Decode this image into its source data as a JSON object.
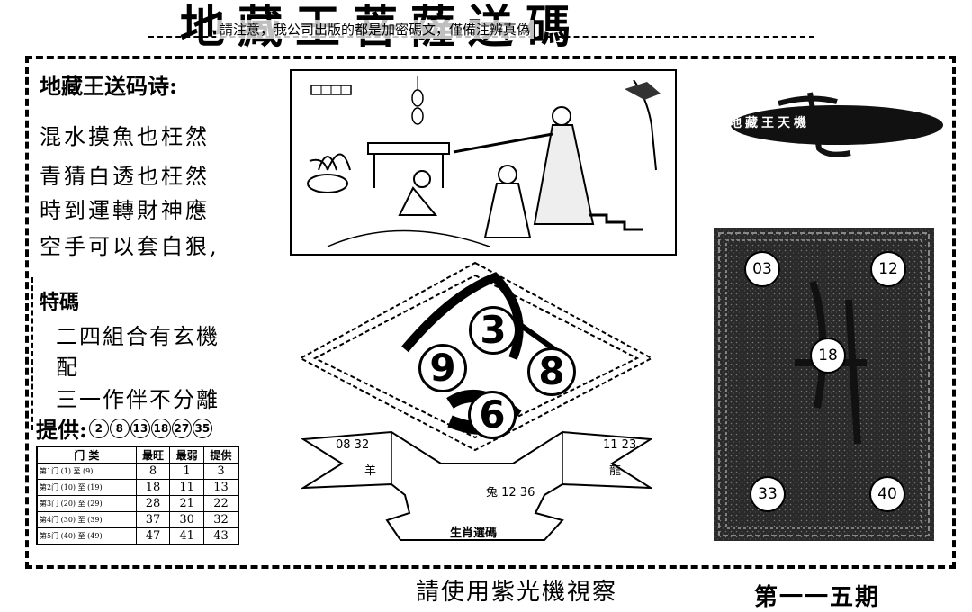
{
  "header": {
    "title": "地藏王菩薩送碼",
    "subtitle": "請注意，我公司出版的都是加密碼文，僅備注辨真偽"
  },
  "poem": {
    "title": "地藏王送码诗:",
    "lines": [
      "混水摸魚也枉然",
      "青猜白透也枉然",
      "時到運轉財神應",
      "空手可以套白狠,"
    ]
  },
  "tema": {
    "label": "特碼",
    "lines": [
      "二四組合有玄機",
      "配",
      "三一作伴不分離"
    ]
  },
  "provide": {
    "label": "提供:",
    "numbers": [
      "2",
      "8",
      "13",
      "18",
      "27",
      "35"
    ]
  },
  "table": {
    "headers": [
      "门 类",
      "最旺",
      "最弱",
      "提供"
    ],
    "rows": [
      {
        "cat": "第1门 (1) 至 (9)",
        "hot": "8",
        "weak": "1",
        "give": "3"
      },
      {
        "cat": "第2门 (10) 至 (19)",
        "hot": "18",
        "weak": "11",
        "give": "13"
      },
      {
        "cat": "第3门 (20) 至 (29)",
        "hot": "28",
        "weak": "21",
        "give": "22"
      },
      {
        "cat": "第4门 (30) 至 (39)",
        "hot": "37",
        "weak": "30",
        "give": "32"
      },
      {
        "cat": "第5门 (40) 至 (49)",
        "hot": "47",
        "weak": "41",
        "give": "43"
      }
    ]
  },
  "ellipse": {
    "text": "求地藏王天機"
  },
  "diamond": {
    "balls": [
      "3",
      "9",
      "8",
      "6"
    ]
  },
  "banner": {
    "left_nums": "08 32",
    "left_animal": "羊",
    "right_nums": "11 23",
    "right_animal": "龍",
    "center": "兔 12 36",
    "bottom": "生肖選碼"
  },
  "dark_panel": {
    "balls": [
      "03",
      "12",
      "18",
      "33",
      "40"
    ]
  },
  "footer": {
    "note": "請使用紫光機視察",
    "issue": "第一一五期"
  }
}
